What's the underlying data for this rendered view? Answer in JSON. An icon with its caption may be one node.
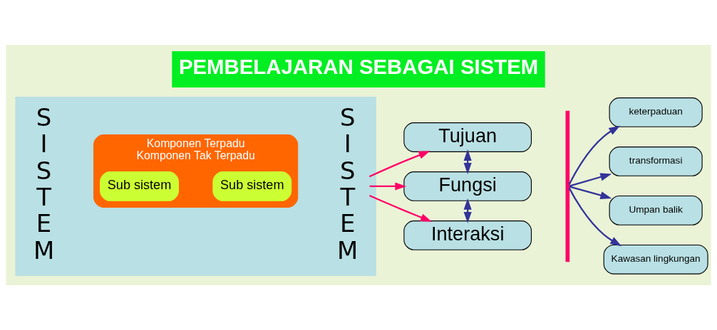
{
  "diagram": {
    "title": "PEMBELAJARAN SEBAGAI SISTEM",
    "nodes": [
      {
        "text": [],
        "shape": "box"
      },
      {
        "text": [
          "S I S T E M"
        ],
        "in": 0
      },
      {
        "text": [
          "Komponen Terpadu",
          "Komponen Tak Terpadu"
        ],
        "in": 0
      },
      {
        "text": [
          "Sub sistem"
        ],
        "in": 2
      },
      {
        "text": [
          "Sub sistem"
        ],
        "in": 2
      },
      {
        "text": [
          "S I S T E M"
        ],
        "in": 0
      },
      {
        "text": [
          "Tujuan"
        ]
      },
      {
        "text": [
          "Fungsi"
        ]
      },
      {
        "text": [
          "Interaksi"
        ]
      },
      {
        "text": [],
        "shape": "brace"
      },
      {
        "text": [
          "keterpaduan"
        ]
      },
      {
        "text": [
          "transformasi"
        ]
      },
      {
        "text": [
          "Umpan balik"
        ]
      },
      {
        "text": [
          "Kawasan lingkungan"
        ]
      }
    ],
    "edges": [
      {
        "from": 5,
        "to": 6,
        "arrow": "to",
        "color": "#ff0066"
      },
      {
        "from": 5,
        "to": 7,
        "arrow": "to",
        "color": "#ff0066"
      },
      {
        "from": 5,
        "to": 8,
        "arrow": "to",
        "color": "#ff0066"
      },
      {
        "from": 6,
        "to": 7,
        "arrow": "both"
      },
      {
        "from": 7,
        "to": 8,
        "arrow": "both"
      },
      {
        "from": 9,
        "to": 10,
        "arrow": "to"
      },
      {
        "from": 9,
        "to": 11,
        "arrow": "to"
      },
      {
        "from": 9,
        "to": 12,
        "arrow": "to"
      },
      {
        "from": 9,
        "to": 13,
        "arrow": "to"
      }
    ]
  }
}
